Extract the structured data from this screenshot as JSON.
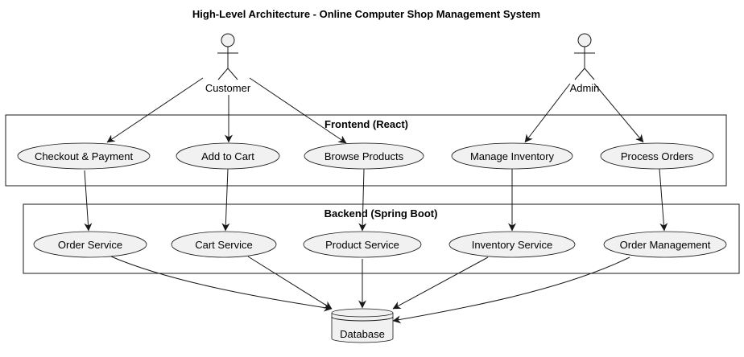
{
  "title": "High-Level Architecture - Online Computer Shop Management System",
  "actors": {
    "customer": "Customer",
    "admin": "Admin"
  },
  "packages": {
    "frontend": {
      "title": "Frontend (React)",
      "usecases": [
        "Checkout & Payment",
        "Add to Cart",
        "Browse Products",
        "Manage Inventory",
        "Process Orders"
      ]
    },
    "backend": {
      "title": "Backend (Spring Boot)",
      "usecases": [
        "Order Service",
        "Cart Service",
        "Product Service",
        "Inventory Service",
        "Order Management"
      ]
    }
  },
  "database": "Database",
  "colors": {
    "fill": "#f1f1f1",
    "stroke": "#181818",
    "background": "#ffffff"
  }
}
